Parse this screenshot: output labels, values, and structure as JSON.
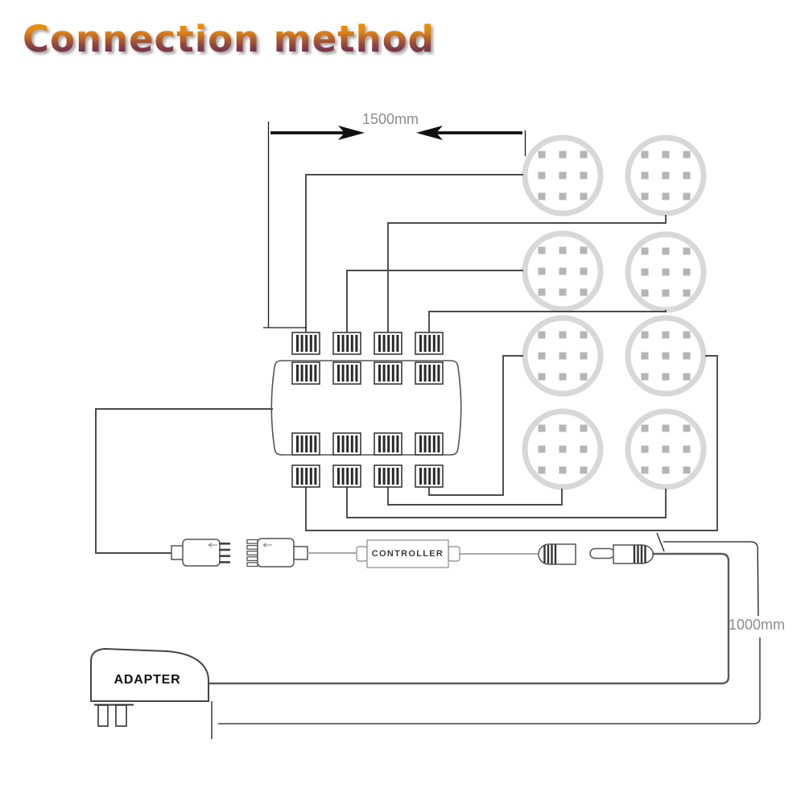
{
  "title": {
    "text": "Connection method"
  },
  "annotations": {
    "top_cable_length": "1500mm",
    "adapter_cable_length": "1000mm"
  },
  "components": {
    "controller_label": "CONTROLLER",
    "adapter_label": "ADAPTER",
    "puck_light_count": 8,
    "distribution_top_ports": 4,
    "distribution_bottom_ports": 4
  },
  "colors": {
    "title_gradient_top": "#f59a00",
    "title_gradient_bottom": "#5a2060",
    "wire": "#4a4a4a",
    "light_wire": "#a9a9a9",
    "outline": "#555555",
    "dimension_line": "#1a1a1a",
    "dimension_text": "#8c8c8c",
    "puck_ring": "#d8d8d8",
    "puck_dot": "#b5b5b5",
    "stripe": "#2a2a2a"
  }
}
